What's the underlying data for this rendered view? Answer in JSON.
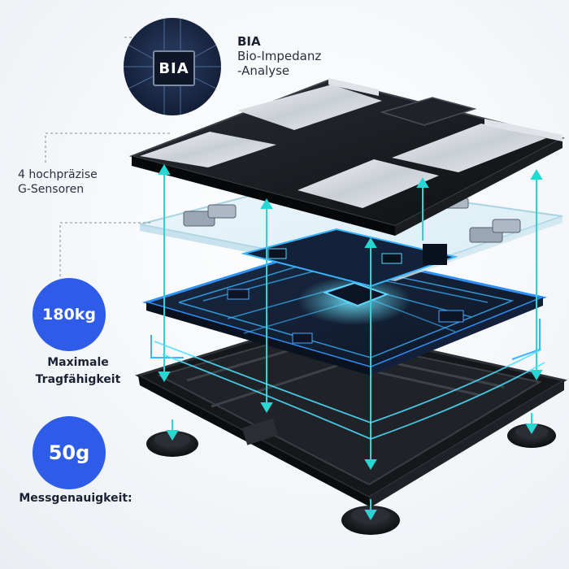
{
  "bia": {
    "chip_text": "BIA",
    "title": "BIA",
    "subtitle_line1": "Bio-Impedanz",
    "subtitle_line2": "-Analyse"
  },
  "sensors": {
    "line1": "4 hochpräzise",
    "line2": "G-Sensoren"
  },
  "capacity": {
    "value": "180kg",
    "label_line1": "Maximale",
    "label_line2": "Tragfähigkeit"
  },
  "accuracy": {
    "value": "50g",
    "label": "Messgenauigkeit:"
  },
  "colors": {
    "accent_blue": "#2e5be8",
    "glow_cyan": "#27d7d2",
    "circuit_blue": "#2a8cf0",
    "scale_black": "#17191d"
  },
  "icons": [
    "bia-chip-icon",
    "sensor-arrow-icon",
    "foot-pad-icon"
  ]
}
